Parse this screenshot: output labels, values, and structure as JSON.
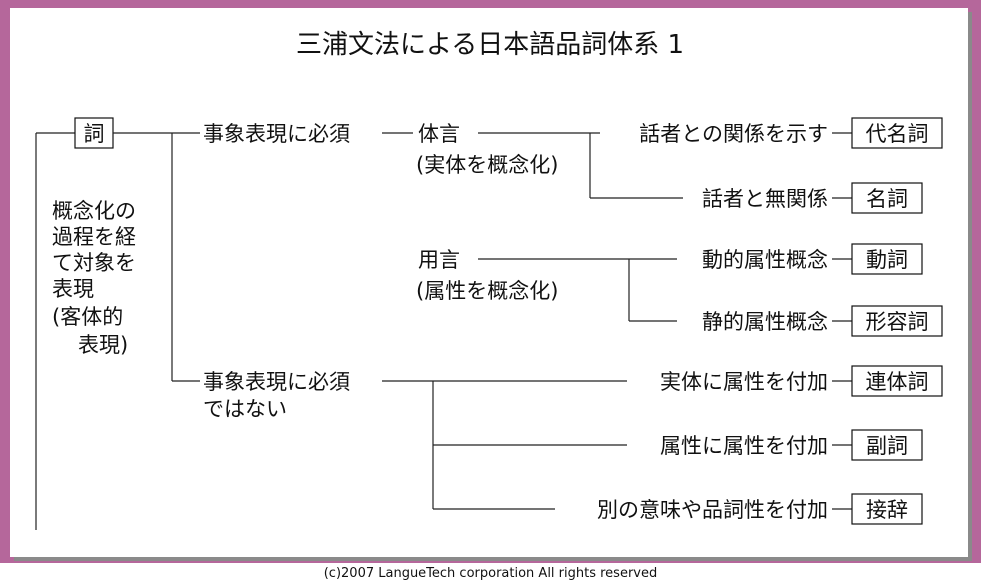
{
  "title": "三浦文法による日本語品詞体系 1",
  "root": "詞",
  "root_desc": [
    "概念化の",
    "過程を経",
    "て対象を",
    "表現",
    "(客体的",
    "表現)"
  ],
  "branch1": "事象表現に必須",
  "branch2": [
    "事象表現に必須",
    "ではない"
  ],
  "taigen": "体言",
  "taigen_sub": "(実体を概念化)",
  "yougen": "用言",
  "yougen_sub": "(属性を概念化)",
  "mid": {
    "m1": "話者との関係を示す",
    "m2": "話者と無関係",
    "m3": "動的属性概念",
    "m4": "静的属性概念",
    "m5": "実体に属性を付加",
    "m6": "属性に属性を付加",
    "m7": "別の意味や品詞性を付加"
  },
  "pos": {
    "p1": "代名詞",
    "p2": "名詞",
    "p3": "動詞",
    "p4": "形容詞",
    "p5": "連体詞",
    "p6": "副詞",
    "p7": "接辞"
  },
  "copyright": "(c)2007 LangueTech corporation All rights reserved",
  "colors": {
    "frame": "#b5679b",
    "shadow": "#8a8a8a"
  }
}
